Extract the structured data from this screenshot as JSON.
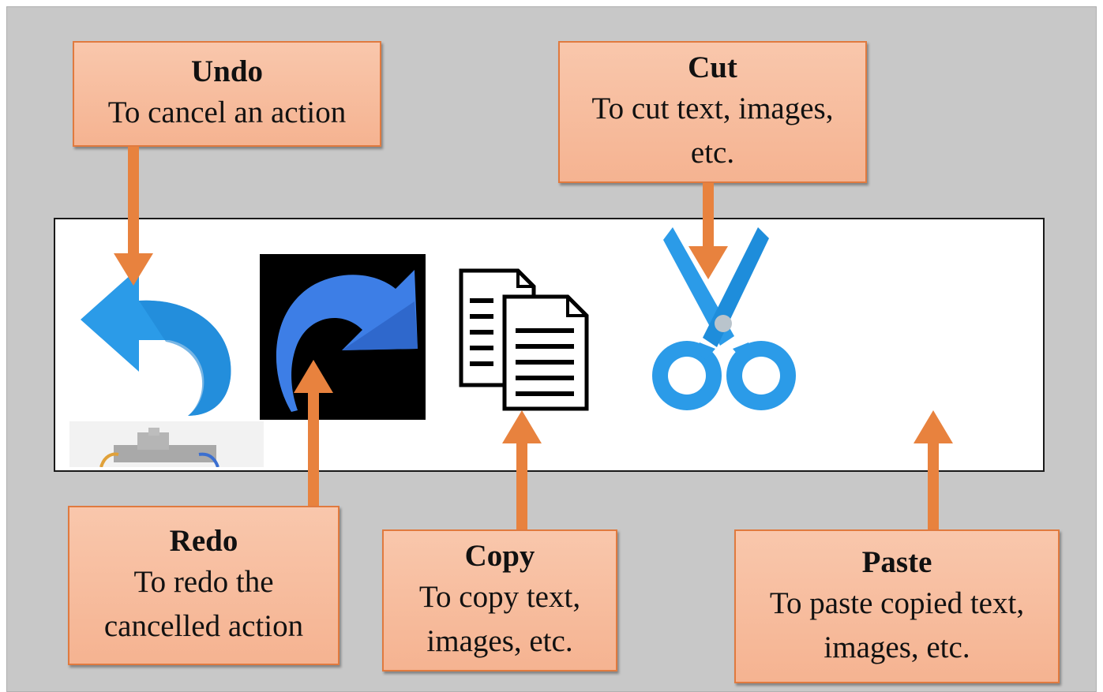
{
  "callouts": {
    "undo": {
      "title": "Undo",
      "desc": "To cancel an action"
    },
    "cut": {
      "title": "Cut",
      "desc": "To cut text, images, etc."
    },
    "redo": {
      "title": "Redo",
      "desc": "To redo the cancelled action"
    },
    "copy": {
      "title": "Copy",
      "desc": "To copy text, images, etc."
    },
    "paste": {
      "title": "Paste",
      "desc": "To paste copied text, images, etc."
    }
  },
  "icons": [
    "undo-icon",
    "redo-icon",
    "copy-icon",
    "cut-icon",
    "paste-icon"
  ],
  "colors": {
    "callout_fill": "#f7bd9e",
    "callout_border": "#e07a3f",
    "arrow": "#e8823e",
    "panel_bg": "#c8c8c8",
    "icon_blue": "#2b9be8"
  }
}
